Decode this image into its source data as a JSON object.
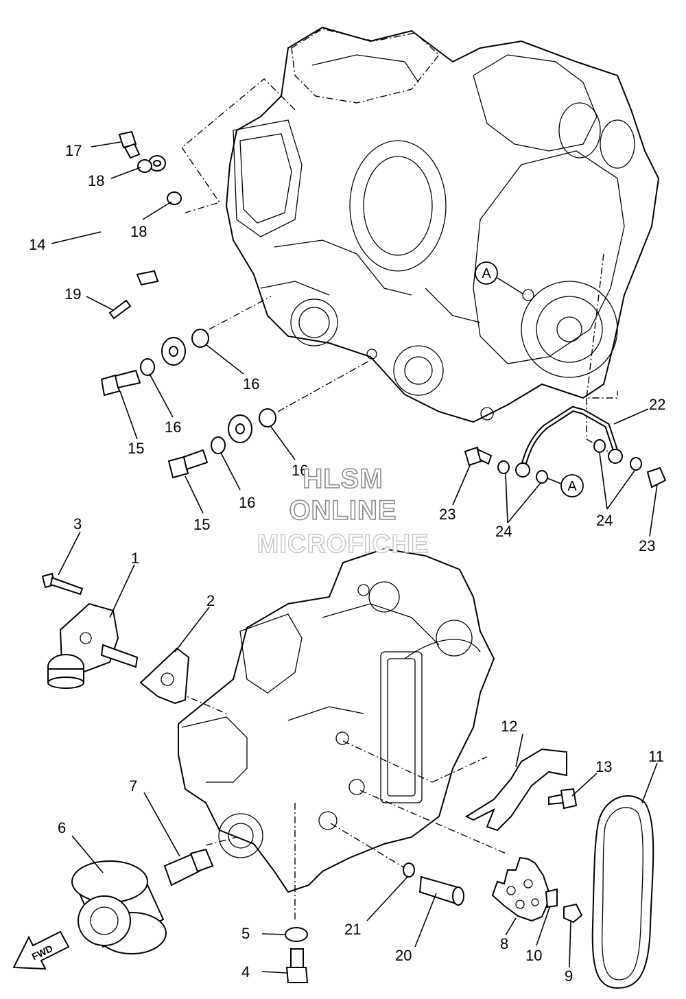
{
  "watermark": {
    "line1": "HLSM",
    "line2": "ONLINE",
    "line3": "MICROFICHE"
  },
  "direction_label": "FWD",
  "reference_marker": "A",
  "callouts": {
    "c1": "1",
    "c2": "2",
    "c3": "3",
    "c4": "4",
    "c5": "5",
    "c6": "6",
    "c7": "7",
    "c8": "8",
    "c9": "9",
    "c10": "10",
    "c11": "11",
    "c12": "12",
    "c13": "13",
    "c14": "14",
    "c15a": "15",
    "c15b": "15",
    "c16a": "16",
    "c16b": "16",
    "c16c": "16",
    "c16d": "16",
    "c17": "17",
    "c18a": "18",
    "c18b": "18",
    "c19": "19",
    "c20": "20",
    "c21": "21",
    "c22": "22",
    "c23a": "23",
    "c23b": "23",
    "c24a": "24",
    "c24b": "24"
  }
}
